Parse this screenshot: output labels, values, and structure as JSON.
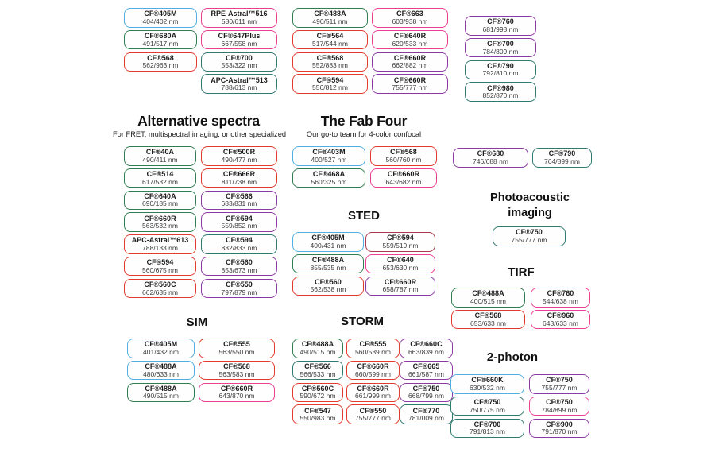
{
  "palette": {
    "blue": "#51aee3",
    "green": "#2f7d51",
    "teal": "#2f7a70",
    "red": "#e23b2e",
    "darkred": "#aa3a4d",
    "pink": "#ec3f93",
    "purple": "#8c3aa3"
  },
  "headings": {
    "alternative": {
      "title": "Alternative spectra",
      "subtitle": "For FRET, multispectral imaging, or other specialized"
    },
    "fab_four": {
      "title": "The Fab Four",
      "subtitle": "Our go-to team for 4-color confocal"
    },
    "photoacoustic": {
      "title": "Photoacoustic imaging"
    },
    "sted": {
      "title": "STED"
    },
    "tirf": {
      "title": "TIRF"
    },
    "sim": {
      "title": "SIM"
    },
    "storm": {
      "title": "STORM"
    },
    "two_photon": {
      "title": "2-photon"
    }
  },
  "groups": {
    "top_col1": [
      {
        "name": "CF®405M",
        "range": "404/402 nm",
        "color": "blue"
      },
      {
        "name": "CF®680A",
        "range": "491/517 nm",
        "color": "green"
      },
      {
        "name": "CF®568",
        "range": "562/963 nm",
        "color": "red"
      }
    ],
    "top_col2": [
      {
        "name": "RPE-Astral™516",
        "range": "580/611 nm",
        "color": "pink"
      },
      {
        "name": "CF®647Plus",
        "range": "667/558 nm",
        "color": "pink"
      },
      {
        "name": "CF®700",
        "range": "553/322 nm",
        "color": "teal"
      },
      {
        "name": "APC-Astral™513",
        "range": "788/613 nm",
        "color": "teal"
      }
    ],
    "top_col3": [
      {
        "name": "CF®488A",
        "range": "490/511 nm",
        "color": "green"
      },
      {
        "name": "CF®564",
        "range": "517/544 nm",
        "color": "red"
      },
      {
        "name": "CF®568",
        "range": "552/883 nm",
        "color": "red"
      },
      {
        "name": "CF®594",
        "range": "556/812 nm",
        "color": "red"
      }
    ],
    "top_col4": [
      {
        "name": "CF®663",
        "range": "603/938 nm",
        "color": "pink"
      },
      {
        "name": "CF®640R",
        "range": "620/533 nm",
        "color": "pink"
      },
      {
        "name": "CF®660R",
        "range": "662/882 nm",
        "color": "purple"
      },
      {
        "name": "CF®660R",
        "range": "755/777 nm",
        "color": "purple"
      }
    ],
    "top_col5": [
      {
        "name": "CF®760",
        "range": "681/998 nm",
        "color": "purple"
      },
      {
        "name": "CF®700",
        "range": "784/809 nm",
        "color": "purple"
      },
      {
        "name": "CF®790",
        "range": "792/810 nm",
        "color": "teal"
      },
      {
        "name": "CF®980",
        "range": "852/870 nm",
        "color": "teal"
      }
    ],
    "alt_left": [
      {
        "name": "CF®40A",
        "range": "490/411 nm",
        "color": "green"
      },
      {
        "name": "CF®514",
        "range": "617/532 nm",
        "color": "green"
      },
      {
        "name": "CF®640A",
        "range": "690/185 nm",
        "color": "green"
      },
      {
        "name": "CF®660R",
        "range": "563/532 nm",
        "color": "green"
      },
      {
        "name": "APC-Astral™613",
        "range": "788/133 nm",
        "color": "red"
      },
      {
        "name": "CF®594",
        "range": "560/675 nm",
        "color": "red"
      },
      {
        "name": "CF®560C",
        "range": "662/635 nm",
        "color": "red"
      }
    ],
    "alt_right": [
      {
        "name": "CF®500R",
        "range": "490/477 nm",
        "color": "red"
      },
      {
        "name": "CF®666R",
        "range": "811/738 nm",
        "color": "red"
      },
      {
        "name": "CF®566",
        "range": "683/831 nm",
        "color": "purple"
      },
      {
        "name": "CF®594",
        "range": "559/852 nm",
        "color": "purple"
      },
      {
        "name": "CF®594",
        "range": "832/833 nm",
        "color": "teal"
      },
      {
        "name": "CF®560",
        "range": "853/673 nm",
        "color": "purple"
      },
      {
        "name": "CF®550",
        "range": "797/879 nm",
        "color": "purple"
      }
    ],
    "fab_left": [
      {
        "name": "CF®403M",
        "range": "400/527 nm",
        "color": "blue"
      },
      {
        "name": "CF®468A",
        "range": "560/325 nm",
        "color": "green"
      }
    ],
    "fab_right": [
      {
        "name": "CF®568",
        "range": "560/760 nm",
        "color": "red"
      },
      {
        "name": "CF®660R",
        "range": "643/682 nm",
        "color": "pink"
      }
    ],
    "nir_left": [
      {
        "name": "CF®680",
        "range": "746/688 nm",
        "color": "purple"
      }
    ],
    "nir_right": [
      {
        "name": "CF®790",
        "range": "764/899 nm",
        "color": "teal"
      }
    ],
    "photoacoustic": [
      {
        "name": "CF®750",
        "range": "755/777 nm",
        "color": "teal"
      }
    ],
    "sted_left": [
      {
        "name": "CF®405M",
        "range": "400/431 nm",
        "color": "blue"
      },
      {
        "name": "CF®488A",
        "range": "855/535 nm",
        "color": "green"
      },
      {
        "name": "CF®560",
        "range": "562/538 nm",
        "color": "red"
      }
    ],
    "sted_right": [
      {
        "name": "CF®594",
        "range": "559/519 nm",
        "color": "darkred"
      },
      {
        "name": "CF®640",
        "range": "653/630 nm",
        "color": "pink"
      },
      {
        "name": "CF®660R",
        "range": "658/787 nm",
        "color": "purple"
      }
    ],
    "tirf_left": [
      {
        "name": "CF®488A",
        "range": "400/515 nm",
        "color": "green"
      },
      {
        "name": "CF®568",
        "range": "653/633 nm",
        "color": "red"
      }
    ],
    "tirf_right": [
      {
        "name": "CF®760",
        "range": "544/638 nm",
        "color": "pink"
      },
      {
        "name": "CF®960",
        "range": "643/633 nm",
        "color": "pink"
      }
    ],
    "sim_left": [
      {
        "name": "CF®405M",
        "range": "401/432 nm",
        "color": "blue"
      },
      {
        "name": "CF®488A",
        "range": "480/633 nm",
        "color": "blue"
      },
      {
        "name": "CF®488A",
        "range": "490/515 nm",
        "color": "green"
      }
    ],
    "sim_right": [
      {
        "name": "CF®555",
        "range": "563/550 nm",
        "color": "red"
      },
      {
        "name": "CF®568",
        "range": "563/583 nm",
        "color": "red"
      },
      {
        "name": "CF®660R",
        "range": "643/870 nm",
        "color": "pink"
      }
    ],
    "storm_col1": [
      {
        "name": "CF®488A",
        "range": "490/515 nm",
        "color": "green"
      },
      {
        "name": "CF®566",
        "range": "566/533 nm",
        "color": "teal"
      },
      {
        "name": "CF®560C",
        "range": "590/672 nm",
        "color": "red"
      },
      {
        "name": "CF®547",
        "range": "550/983 nm",
        "color": "red"
      }
    ],
    "storm_col2": [
      {
        "name": "CF®555",
        "range": "560/539 nm",
        "color": "red"
      },
      {
        "name": "CF®660R",
        "range": "660/599 nm",
        "color": "red"
      },
      {
        "name": "CF®660R",
        "range": "661/999 nm",
        "color": "red"
      },
      {
        "name": "CF®550",
        "range": "755/777 nm",
        "color": "red"
      }
    ],
    "storm_col3": [
      {
        "name": "CF®660C",
        "range": "663/839 nm",
        "color": "purple"
      },
      {
        "name": "CF®665",
        "range": "661/587 nm",
        "color": "purple"
      },
      {
        "name": "CF®750",
        "range": "668/799 nm",
        "color": "purple"
      },
      {
        "name": "CF®770",
        "range": "781/009 nm",
        "color": "teal"
      }
    ],
    "photon_col1": [
      {
        "name": "CF®660K",
        "range": "630/532 nm",
        "color": "blue"
      },
      {
        "name": "CF®750",
        "range": "750/775 nm",
        "color": "teal"
      },
      {
        "name": "CF®700",
        "range": "791/813 nm",
        "color": "teal"
      }
    ],
    "photon_col2": [
      {
        "name": "CF®750",
        "range": "755/777 nm",
        "color": "purple"
      },
      {
        "name": "CF®750",
        "range": "784/899 nm",
        "color": "pink"
      },
      {
        "name": "CF®900",
        "range": "791/870 nm",
        "color": "purple"
      }
    ]
  }
}
